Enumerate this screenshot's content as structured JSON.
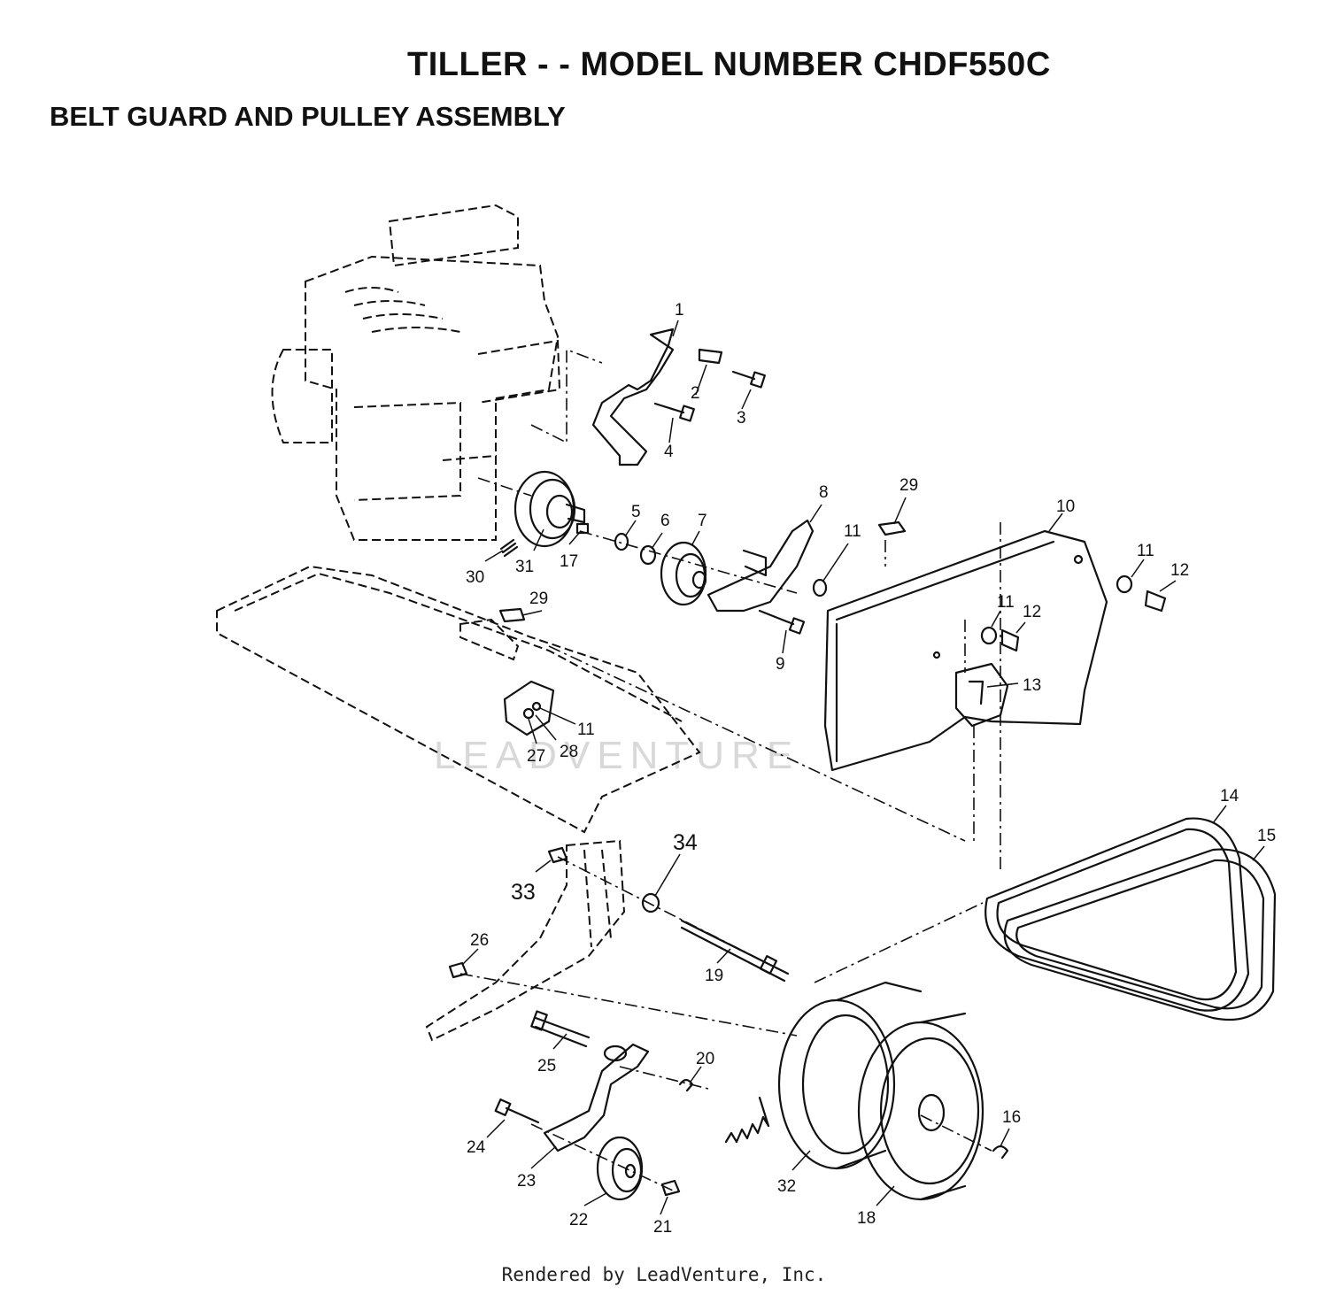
{
  "header": {
    "title": "TILLER - - MODEL NUMBER CHDF550C",
    "subtitle": "BELT GUARD AND PULLEY ASSEMBLY"
  },
  "footer": {
    "text": "Rendered by LeadVenture, Inc."
  },
  "watermark": {
    "text": "LEADVENTURE"
  },
  "callouts": {
    "p1": "1",
    "p2": "2",
    "p3": "3",
    "p4": "4",
    "p5": "5",
    "p6": "6",
    "p7": "7",
    "p8": "8",
    "p9": "9",
    "p10": "10",
    "p11a": "11",
    "p11b": "11",
    "p11c": "11",
    "p11d": "11",
    "p12a": "12",
    "p12b": "12",
    "p13": "13",
    "p14": "14",
    "p15": "15",
    "p16": "16",
    "p17": "17",
    "p18": "18",
    "p19": "19",
    "p20": "20",
    "p21": "21",
    "p22": "22",
    "p23": "23",
    "p24": "24",
    "p25": "25",
    "p26": "26",
    "p27": "27",
    "p28": "28",
    "p29a": "29",
    "p29b": "29",
    "p30": "30",
    "p31": "31",
    "p32": "32",
    "p33": "33",
    "p34": "34"
  }
}
